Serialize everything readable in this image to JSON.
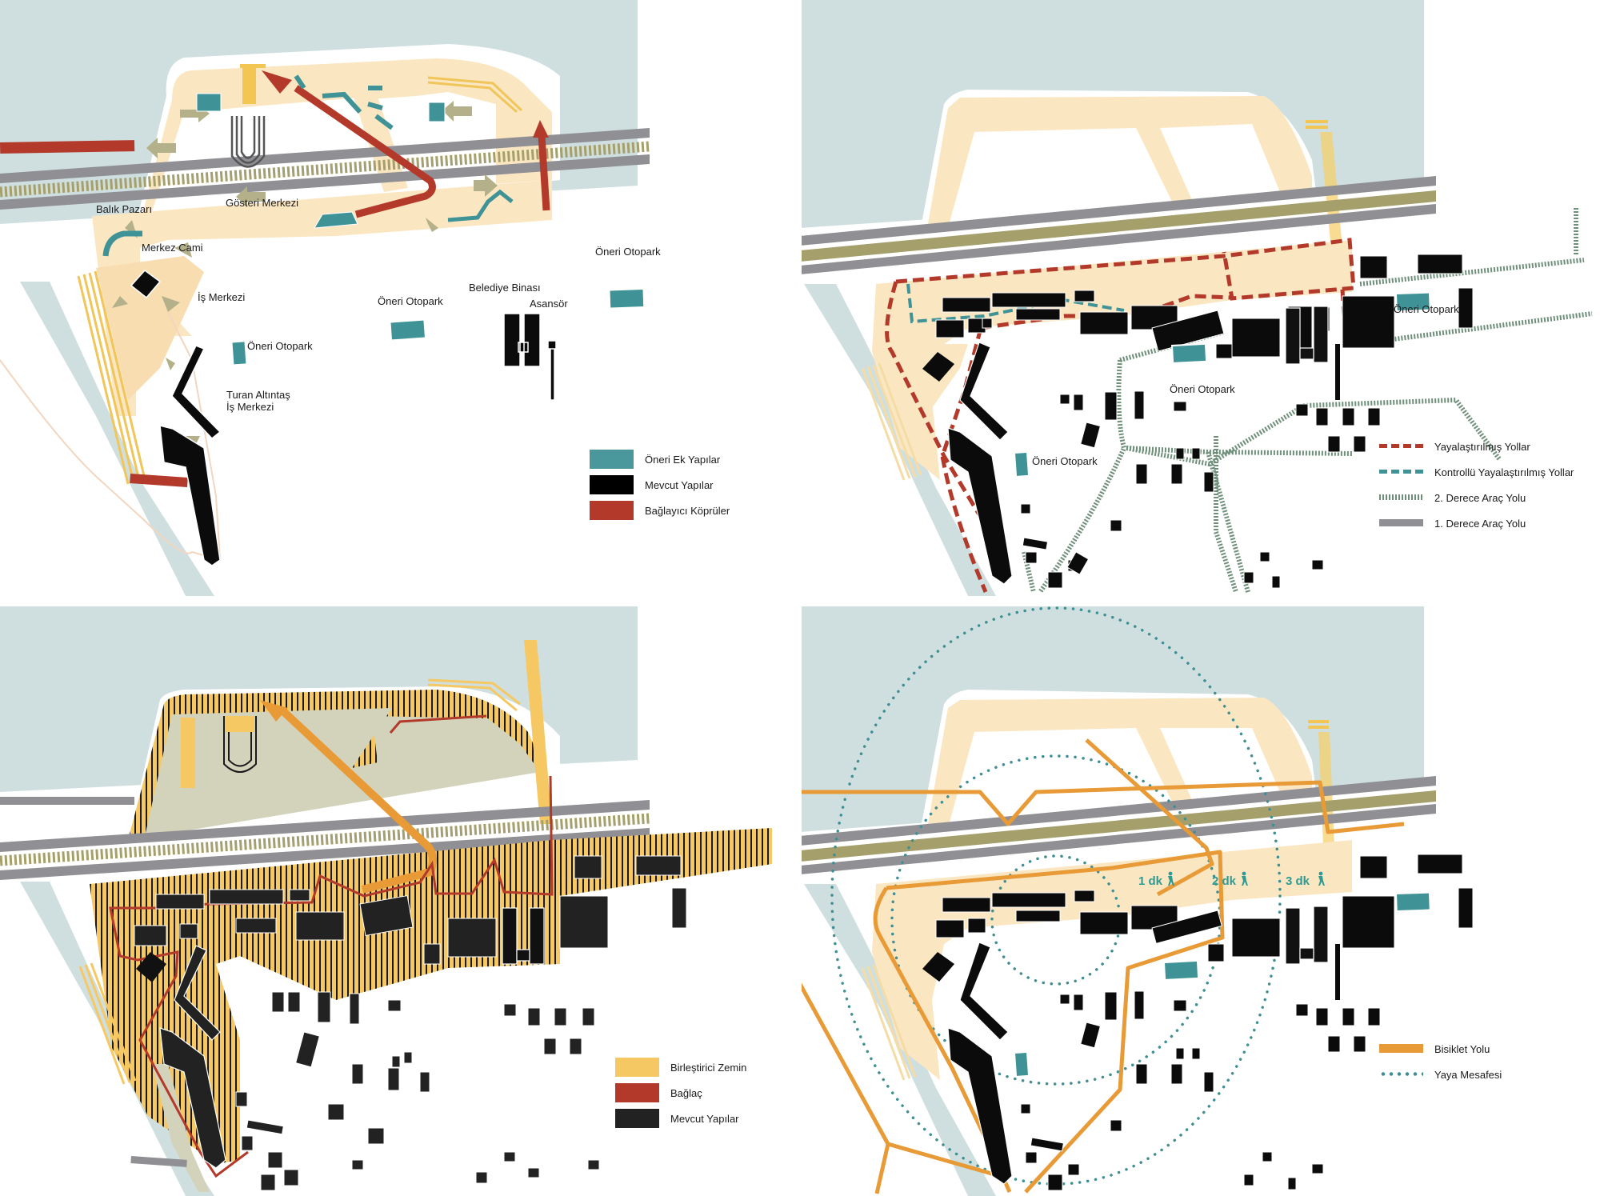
{
  "colors": {
    "water": "#cfdfe0",
    "sand": "#fbe6c2",
    "sand_strong": "#f6cd63",
    "teal": "#3f9396",
    "black": "#0b0b0b",
    "red": "#b3392a",
    "olive": "#b4b18a",
    "road_gray": "#8f8f94",
    "road_olive": "#a59f6c",
    "green_dash": "#6e8f7a",
    "orange": "#e89a36",
    "dot_teal": "#3f8f92",
    "plaza_gray": "#d3d3bb"
  },
  "panel_1": {
    "labels": {
      "gosteri": "Gösteri Merkezi",
      "balik": "Balık Pazarı",
      "cami": "Merkez Cami",
      "is_merkezi": "İş Merkezi",
      "otopark_a": "Öneri Otopark",
      "otopark_b": "Öneri Otopark",
      "otopark_c": "Öneri Otopark",
      "belediye": "Belediye Binası",
      "asansor": "Asansör",
      "turan_1": "Turan Altıntaş",
      "turan_2": "İş Merkezi"
    },
    "legend": [
      {
        "label": "Öneri Ek Yapılar",
        "color": "#4a989b"
      },
      {
        "label": "Mevcut Yapılar",
        "color": "#000000"
      },
      {
        "label": "Bağlayıcı Köprüler",
        "color": "#b3392a"
      }
    ]
  },
  "panel_2": {
    "labels": {
      "otopark_a": "Öneri Otopark",
      "otopark_b": "Öneri Otopark",
      "otopark_c": "Öneri Otopark"
    },
    "legend": [
      {
        "label": "Yayalaştırılmış Yollar",
        "style": "red-dashed",
        "color": "#b3392a"
      },
      {
        "label": "Kontrollü Yayalaştırılmış Yollar",
        "style": "teal-dashed",
        "color": "#3f9396"
      },
      {
        "label": "2. Derece Araç Yolu",
        "style": "green-hatched",
        "color": "#6e8f7a"
      },
      {
        "label": "1. Derece Araç Yolu",
        "style": "gray-solid",
        "color": "#8f8f94"
      }
    ]
  },
  "panel_3": {
    "legend": [
      {
        "label": "Birleştirici Zemin",
        "color": "#f6c863"
      },
      {
        "label": "Bağlaç",
        "color": "#b3392a"
      },
      {
        "label": "Mevcut Yapılar",
        "color": "#222222"
      }
    ]
  },
  "panel_4": {
    "walk_labels": [
      "1 dk",
      "2 dk",
      "3 dk"
    ],
    "legend": [
      {
        "label": "Bisiklet Yolu",
        "style": "orange-solid",
        "color": "#e89a36"
      },
      {
        "label": "Yaya Mesafesi",
        "style": "teal-dotted",
        "color": "#3f8f92"
      }
    ]
  }
}
